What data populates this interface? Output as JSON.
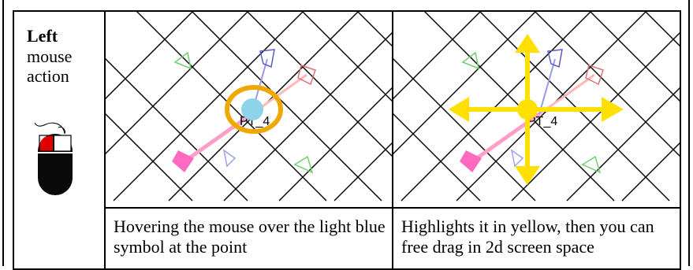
{
  "header": {
    "action_bold": "Left",
    "action_rest": " mouse action"
  },
  "captions": {
    "hover": "Hovering the mouse over the light blue symbol at the point",
    "highlight": "Highlights it in yellow, then you can free drag in 2d screen space"
  },
  "viewport": {
    "point_label_hover": "PT_4",
    "point_label_drag": "PT_4"
  },
  "icons": [
    "mouse-icon",
    "move-handle-icon",
    "arrow-up-icon",
    "arrow-down-icon",
    "arrow-left-icon",
    "arrow-right-icon"
  ],
  "colors": {
    "hover_handle": "#8ed3ea",
    "hover_ring": "#f0a800",
    "drag_handle": "#ffe000",
    "mouse_button": "#e00000"
  }
}
